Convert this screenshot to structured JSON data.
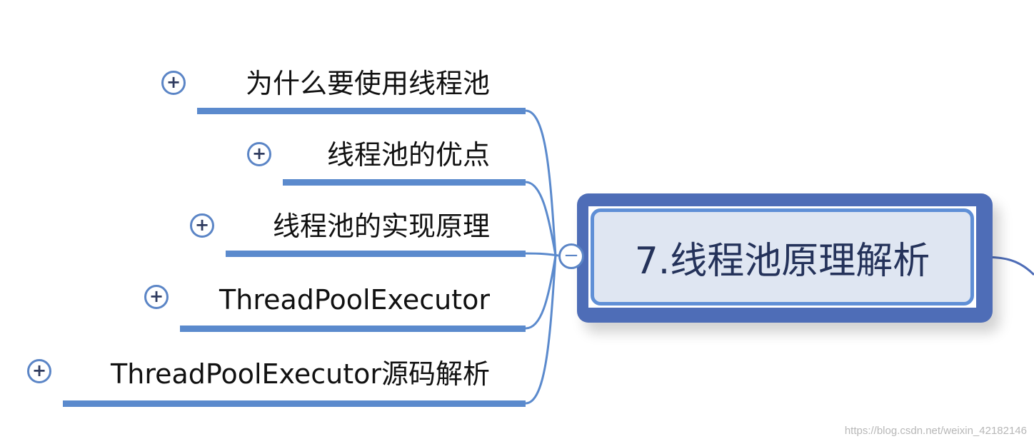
{
  "central_topic": {
    "label": "7.线程池原理解析"
  },
  "branches": [
    {
      "label": "为什么要使用线程池",
      "expand_symbol": "+"
    },
    {
      "label": "线程池的优点",
      "expand_symbol": "+"
    },
    {
      "label": "线程池的实现原理",
      "expand_symbol": "+"
    },
    {
      "label": "ThreadPoolExecutor",
      "expand_symbol": "+"
    },
    {
      "label": "ThreadPoolExecutor源码解析",
      "expand_symbol": "+"
    }
  ],
  "collapse_symbol": "−",
  "watermark": "https://blog.csdn.net/weixin_42182146",
  "colors": {
    "branch_line": "#5b8acd",
    "central_border": "#4e6db7",
    "central_fill": "#dfe6f2",
    "central_text": "#24325a",
    "icon_stroke": "#5b85c6"
  }
}
